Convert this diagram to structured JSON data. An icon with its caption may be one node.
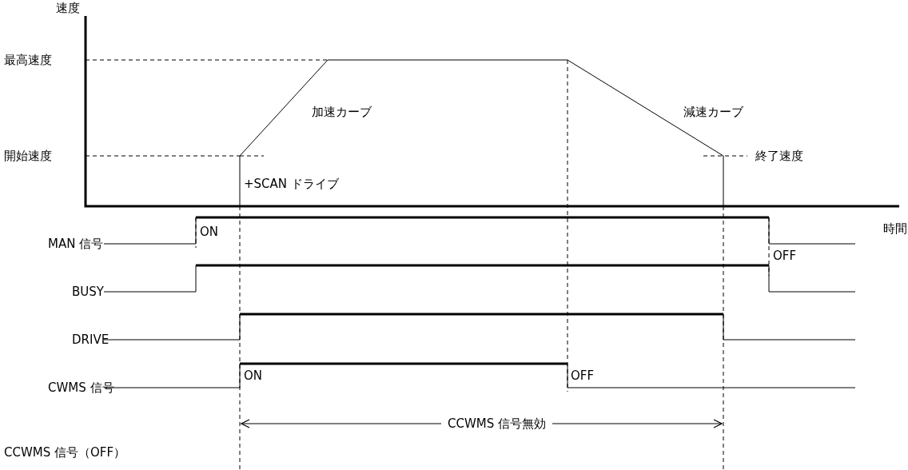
{
  "diagram": {
    "labels": [
      "速度",
      "最高速度",
      "加速カーブ",
      "減速カーブ",
      "開始速度",
      "終了速度",
      "+SCAN ドライブ",
      "時間",
      "MAN 信号",
      "ON",
      "OFF",
      "BUSY",
      "DRIVE",
      "CWMS 信号",
      "ON",
      "OFF",
      "CCWMS 信号（OFF）",
      "CCWMS 信号無効"
    ]
  }
}
